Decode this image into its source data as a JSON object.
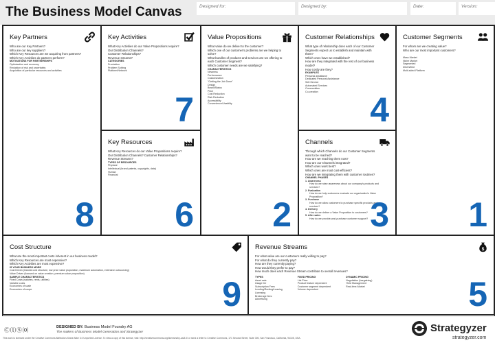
{
  "header": {
    "title": "The Business Model Canvas",
    "designed_for": "Designed for:",
    "designed_by": "Designed by:",
    "date": "Date:",
    "version": "Version:"
  },
  "blocks": {
    "key_partners": {
      "title": "Key Partners",
      "number": "8",
      "icon": "link-icon",
      "questions": [
        "Who are our Key Partners?",
        "Who are our key suppliers?",
        "Which Key Resources are we acquiring from partners?",
        "Which Key Activities do partners perform?"
      ],
      "sub_title": "MOTIVATIONS FOR PARTNERSHIPS",
      "sub_items": [
        "Optimization and economy",
        "Reduction of risk and uncertainty",
        "Acquisition of particular resources and activities"
      ]
    },
    "key_activities": {
      "title": "Key Activities",
      "number": "7",
      "icon": "checkbox-icon",
      "questions": [
        "What Key Activities do our Value Propositions require?",
        "Our Distribution Channels?",
        "Customer Relationships?",
        "Revenue streams?"
      ],
      "sub_title": "CATEGORIES",
      "sub_items": [
        "Production",
        "Problem Solving",
        "Platform/Network"
      ]
    },
    "key_resources": {
      "title": "Key Resources",
      "number": "6",
      "icon": "factory-icon",
      "questions": [
        "What Key Resources do our Value Propositions require?",
        "Our Distribution Channels? Customer Relationships?",
        "Revenue Streams?"
      ],
      "sub_title": "TYPES OF RESOURCES",
      "sub_items": [
        "Physical",
        "Intellectual (brand patents, copyrights, data)",
        "Human",
        "Financial"
      ]
    },
    "value_propositions": {
      "title": "Value Propositions",
      "number": "2",
      "icon": "gift-icon",
      "questions": [
        "What value do we deliver to the customer?",
        "Which one of our customer's problems are we helping to solve?",
        "What bundles of products and services are we offering to each Customer Segment?",
        "Which customer needs are we satisfying?"
      ],
      "sub_title": "CHARACTERISTICS",
      "sub_items": [
        "Newness",
        "Performance",
        "Customization",
        "\"Getting the Job Done\"",
        "Design",
        "Brand/Status",
        "Price",
        "Cost Reduction",
        "Risk Reduction",
        "Accessibility",
        "Convenience/Usability"
      ]
    },
    "customer_relationships": {
      "title": "Customer Relationships",
      "number": "4",
      "icon": "heart-icon",
      "questions": [
        "What type of relationship does each of our Customer Segments expect us to establish and maintain with them?",
        "Which ones have we established?",
        "How are they integrated with the rest of our business model?",
        "How costly are they?"
      ],
      "sub_title": "EXAMPLES",
      "sub_items": [
        "Personal assistance",
        "Dedicated Personal Assistance",
        "Self-Service",
        "Automated Services",
        "Communities",
        "Co-creation"
      ]
    },
    "channels": {
      "title": "Channels",
      "number": "3",
      "icon": "truck-icon",
      "questions": [
        "Through which Channels do our Customer Segments want to be reached?",
        "How are we reaching them now?",
        "How are our Channels integrated?",
        "Which ones work best?",
        "Which ones are most cost-efficient?",
        "How are we integrating them with customer routines?"
      ],
      "sub_title": "CHANNEL PHASES",
      "sub_items": [
        "1. Awareness",
        "How do we raise awareness about our company's products and services?",
        "2. Evaluation",
        "How do we help customers evaluate our organization's Value Proposition?",
        "3. Purchase",
        "How do we allow customers to purchase specific products and services?",
        "4. Delivery",
        "How do we deliver a Value Proposition to customers?",
        "5. After sales",
        "How do we provide post-purchase customer support?"
      ]
    },
    "customer_segments": {
      "title": "Customer Segments",
      "number": "1",
      "icon": "users-icon",
      "questions": [
        "For whom are we creating value?",
        "Who are our most important customers?"
      ],
      "sub_title": "",
      "sub_items": [
        "Mass Market",
        "Niche Market",
        "Segmented",
        "Diversified",
        "Multi-sided Platform"
      ]
    },
    "cost_structure": {
      "title": "Cost Structure",
      "number": "9",
      "icon": "tag-icon",
      "questions": [
        "What are the most important costs inherent in our business model?",
        "Which Key Resources are most expensive?",
        "Which Key Activities are most expensive?"
      ],
      "sub_title": "IS YOUR BUSINESS MORE",
      "sub_items": [
        "Cost Driven (leanest cost structure, low price value proposition, maximum automation, extensive outsourcing)",
        "Value Driven (focused on value creation, premium value proposition)",
        "SAMPLE CHARACTERISTICS",
        "Fixed Costs (salaries, rents, utilities)",
        "Variable costs",
        "Economies of scale",
        "Economies of scope"
      ]
    },
    "revenue_streams": {
      "title": "Revenue Streams",
      "number": "5",
      "icon": "moneybag-icon",
      "questions": [
        "For what value are our customers really willing to pay?",
        "For what do they currently pay?",
        "How are they currently paying?",
        "How would they prefer to pay?",
        "How much does each Revenue Stream contribute to overall revenues?"
      ],
      "col1_title": "TYPES",
      "col1": [
        "Asset sale",
        "Usage fee",
        "Subscription Fees",
        "Lending/Renting/Leasing",
        "Licensing",
        "Brokerage fees",
        "Advertising"
      ],
      "col2_title": "FIXED PRICING",
      "col2": [
        "List Price",
        "Product feature dependent",
        "Customer segment dependent",
        "Volume dependent"
      ],
      "col3_title": "DYNAMIC PRICING",
      "col3": [
        "Negotiation (bargaining)",
        "Yield Management",
        "Real-time-Market"
      ]
    }
  },
  "footer": {
    "cc": "Ⓒ⒧Ⓢ⒪",
    "designed_by_label": "DESIGNED BY:",
    "designed_by_value": "Business Model Foundry AG",
    "designed_by_sub": "The makers of Business Model Generation and Strategyzer",
    "license": "This work is licensed under the Creative Commons Attribution-Share Alike 3.0 Unported License. To view a copy of this license, visit: http://creativecommons.org/licenses/by-sa/3.0/ or send a letter to Creative Commons, 171 Second Street, Suite 300, San Francisco, California, 94105, USA.",
    "brand": "Strategyzer",
    "brand_url": "strategyzer.com"
  },
  "colors": {
    "number": "#1565b5",
    "border": "#222222",
    "header_bg": "#ececec"
  }
}
